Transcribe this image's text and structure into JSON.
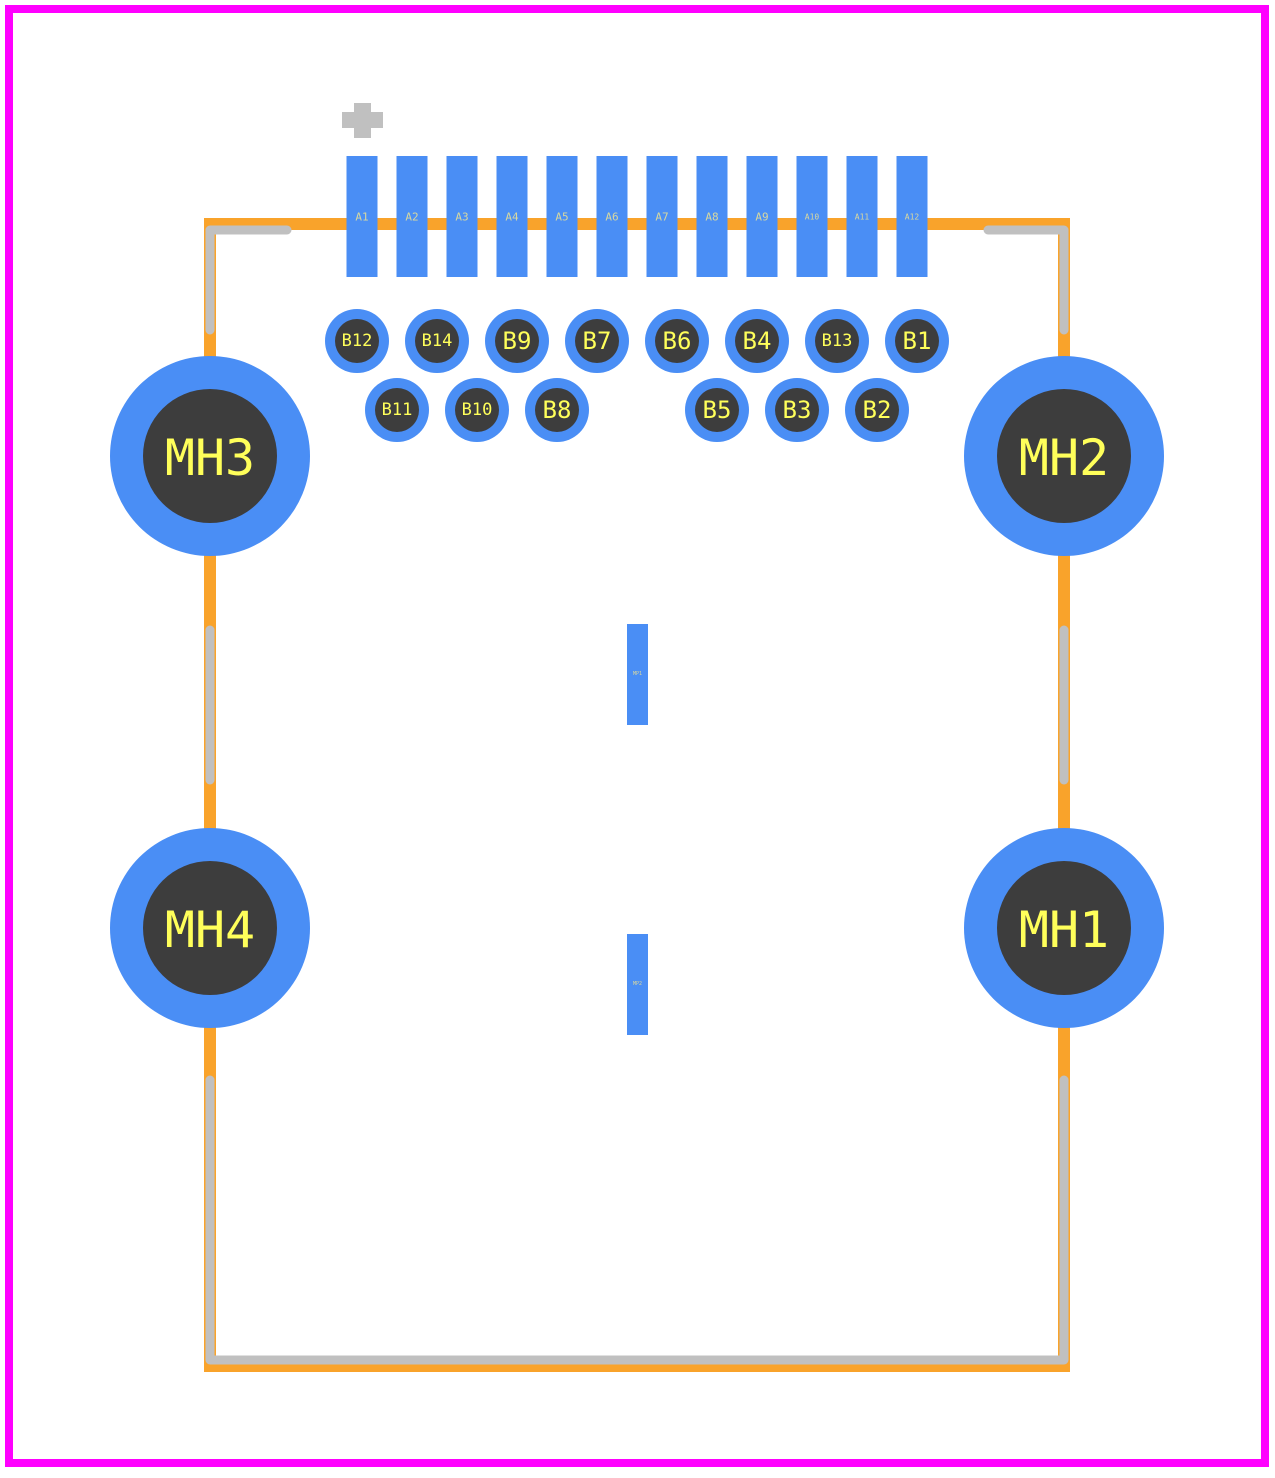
{
  "colors": {
    "background": "#ffffff",
    "board_outline": "#ff00ff",
    "courtyard": "#f9a32b",
    "silkscreen": "#c0c0c0",
    "pad": "#4a8ef5",
    "drill": "#3d3d3d",
    "label": "#ffff5a",
    "smd_label": "#d8d8a0"
  },
  "smd_pads_top": [
    "A1",
    "A2",
    "A3",
    "A4",
    "A5",
    "A6",
    "A7",
    "A8",
    "A9",
    "A10",
    "A11",
    "A12"
  ],
  "pth_row_1": [
    "B12",
    "B14",
    "B9",
    "B7",
    "B6",
    "B4",
    "B13",
    "B1"
  ],
  "pth_row_2_left": [
    "B11",
    "B10",
    "B8"
  ],
  "pth_row_2_right": [
    "B5",
    "B3",
    "B2"
  ],
  "mounting_holes": [
    "MH3",
    "MH2",
    "MH4",
    "MH1"
  ],
  "middle_pads": [
    "MP1",
    "MP2"
  ]
}
